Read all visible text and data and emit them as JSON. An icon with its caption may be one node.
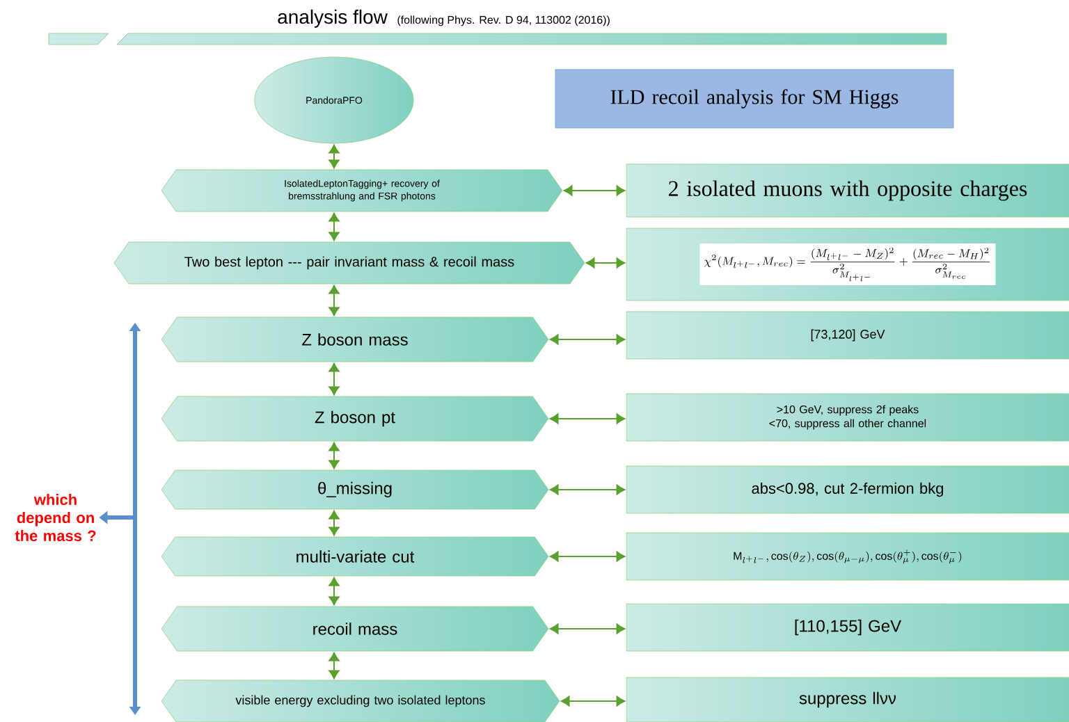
{
  "diagram": {
    "title": "analysis flow",
    "nodes": [
      {
        "text": [
          "PandoraPFO"
        ]
      },
      {
        "text": [
          "ILD recoil analysis for SM Higgs"
        ]
      },
      {
        "text": [
          "IsolatedLeptonTagging+ recovery of bremsstrahlung and FSR photons"
        ]
      },
      {
        "text": [
          "Two best lepton --- pair invariant mass & recoil mass"
        ]
      },
      {
        "text": [
          "Z boson mass"
        ]
      },
      {
        "text": [
          "Z boson pt"
        ]
      },
      {
        "text": [
          "θ_missing"
        ]
      },
      {
        "text": [
          "multi-variate cut"
        ]
      },
      {
        "text": [
          "recoil mass"
        ]
      },
      {
        "text": [
          "visible energy excluding two isolated leptons"
        ]
      },
      {
        "text": [
          "2 isolated muons with opposite charges"
        ]
      },
      {
        "text": [
          "\\chi^2(M_{l^+l^-}, M_{rec}) = \\frac{(M_{l^+l^-} - M_Z)^2}{\\sigma^2_{M_{l^+l^-}}} + \\frac{(M_{rec} - M_H)^2}{\\sigma^2_{M_{rec}}}"
        ]
      },
      {
        "text": [
          "[73,120] GeV"
        ]
      },
      {
        "text": [
          ">10 GeV, suppress 2f peaks <70, suppress all other channel"
        ]
      },
      {
        "text": [
          "abs<0.98, cut 2-fermion bkg"
        ]
      },
      {
        "text": [
          "\\mathrm{M}_{l^+l^-}, \\cos(\\theta_Z), \\cos(\\theta_{\\mu-\\mu}), \\cos(\\theta_\\mu^+), \\cos(\\theta_\\mu^-)"
        ]
      },
      {
        "text": [
          "[110,155] GeV"
        ]
      },
      {
        "text": [
          "suppress llνν"
        ]
      },
      {
        "text": [
          "which depend on the mass ?"
        ]
      }
    ],
    "edges": [
      {
        "from": 0,
        "to": 2,
        "arrow": "both"
      },
      {
        "from": 2,
        "to": 3,
        "arrow": "both"
      },
      {
        "from": 3,
        "to": 4,
        "arrow": "both"
      },
      {
        "from": 4,
        "to": 5,
        "arrow": "both"
      },
      {
        "from": 5,
        "to": 6,
        "arrow": "both"
      },
      {
        "from": 6,
        "to": 7,
        "arrow": "both"
      },
      {
        "from": 7,
        "to": 8,
        "arrow": "both"
      },
      {
        "from": 8,
        "to": 9,
        "arrow": "both"
      },
      {
        "from": 2,
        "to": 10,
        "arrow": "both"
      },
      {
        "from": 3,
        "to": 11,
        "arrow": "both"
      },
      {
        "from": 4,
        "to": 12,
        "arrow": "both"
      },
      {
        "from": 5,
        "to": 13,
        "arrow": "both"
      },
      {
        "from": 6,
        "to": 14,
        "arrow": "both"
      },
      {
        "from": 7,
        "to": 15,
        "arrow": "both"
      },
      {
        "from": 8,
        "to": 16,
        "arrow": "both"
      },
      {
        "from": 9,
        "to": 17,
        "arrow": "both"
      },
      {
        "from": null,
        "to": 18,
        "arrow": "to",
        "style": "thick",
        "color": "#5b8fc9"
      }
    ],
    "labels": [
      "(following Phys. Rev. D 94, 113002 (2016))"
    ]
  }
}
